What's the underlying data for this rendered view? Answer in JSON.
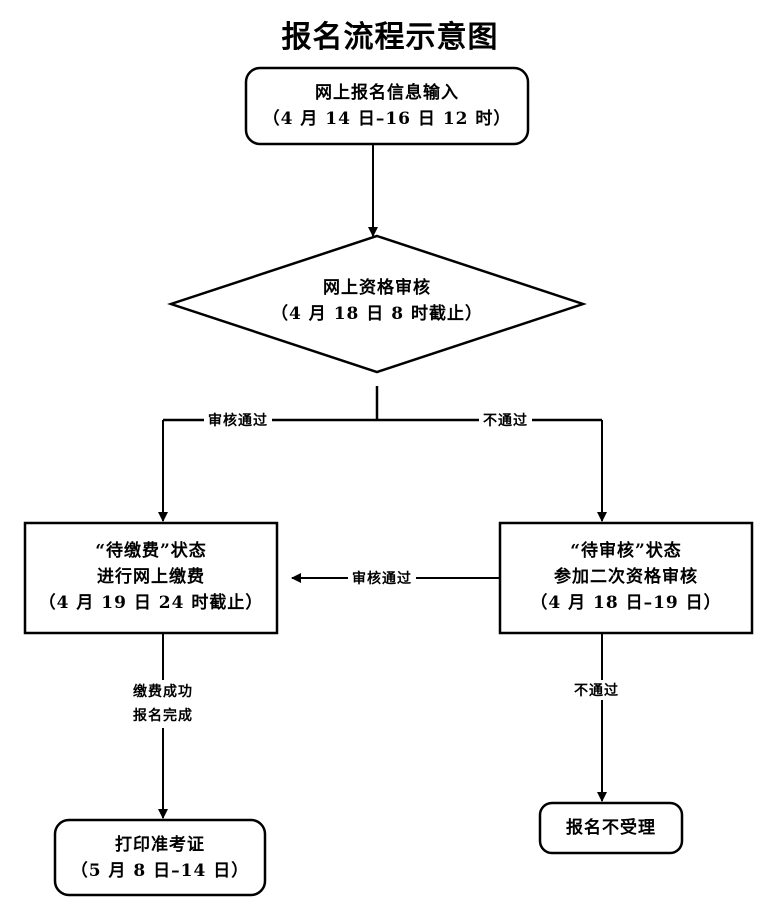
{
  "title": "报名流程示意图",
  "nodes": {
    "online_input": {
      "lines": [
        "网上报名信息输入",
        "（4 月 14 日–16 日 12 时）"
      ]
    },
    "online_review": {
      "lines": [
        "网上资格审核",
        "（4 月 18 日 8 时截止）"
      ]
    },
    "pending_payment": {
      "lines": [
        "“待缴费”状态",
        "进行网上缴费",
        "（4 月 19 日 24 时截止）"
      ]
    },
    "pending_review": {
      "lines": [
        "“待审核”状态",
        "参加二次资格审核",
        "（4 月 18 日–19 日）"
      ]
    },
    "print_ticket": {
      "lines": [
        "打印准考证",
        "（5 月 8 日–14 日）"
      ]
    },
    "rejected": {
      "lines": [
        "报名不受理"
      ]
    }
  },
  "edges": {
    "review_pass": "审核通过",
    "review_fail": "不通过",
    "second_pass": "审核通过",
    "second_fail": "不通过",
    "payment_done": [
      "缴费成功",
      "报名完成"
    ]
  },
  "colors": {
    "stroke": "#000000",
    "background": "#ffffff"
  }
}
